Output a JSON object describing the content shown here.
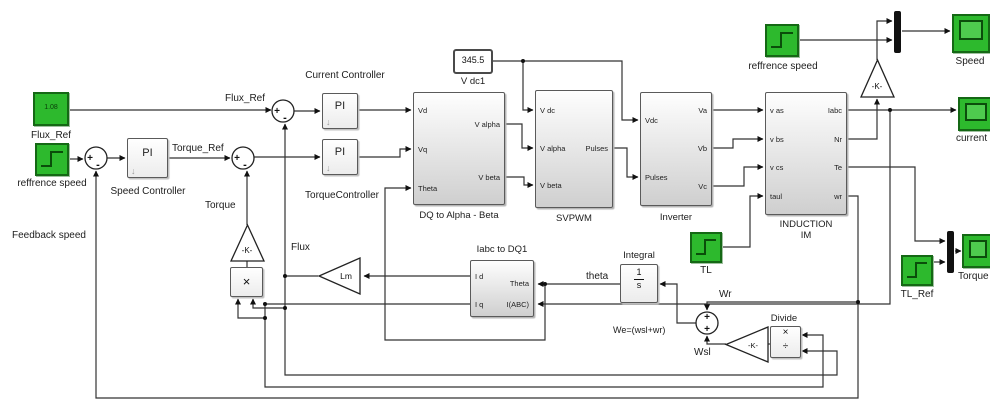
{
  "sources": {
    "flux_ref": {
      "value": "1.08",
      "label": "Flux_Ref"
    },
    "ref_speed": {
      "label": "reffrence speed"
    },
    "ref_speed_top": {
      "label": "reffrence speed"
    },
    "tl": {
      "label": "TL"
    },
    "tl_ref": {
      "label": "TL_Ref"
    }
  },
  "scopes": {
    "speed": {
      "label": "Speed"
    },
    "current": {
      "label": "current"
    },
    "torque": {
      "label": "Torque"
    }
  },
  "controllers": {
    "speed_pi": {
      "text": "PI",
      "label": "Speed Controller"
    },
    "current_pi": {
      "text": "PI",
      "label": "Current Controller"
    },
    "torque_pi": {
      "text": "PI",
      "label": "TorqueController"
    }
  },
  "blocks": {
    "dq": {
      "label": "DQ to Alpha - Beta",
      "in": [
        "Vd",
        "Vq",
        "Theta"
      ],
      "out": [
        "V alpha",
        "V beta"
      ]
    },
    "svpwm": {
      "label": "SVPWM",
      "in": [
        "V dc",
        "V alpha",
        "V beta"
      ],
      "out": [
        "Pulses"
      ]
    },
    "inverter": {
      "label": "Inverter",
      "in": [
        "Vdc",
        "Pulses"
      ],
      "out": [
        "Va",
        "Vb",
        "Vc"
      ]
    },
    "im": {
      "label1": "INDUCTION",
      "label2": "IM",
      "in": [
        "v as",
        "v bs",
        "v cs",
        "taul"
      ],
      "out": [
        "Iabc",
        "Nr",
        "Te",
        "wr"
      ]
    },
    "iabc_dq": {
      "label": "Iabc to DQ1",
      "out": [
        "I d",
        "I q"
      ],
      "in": [
        "Theta",
        "I(ABC)"
      ]
    },
    "integral": {
      "label": "Integral",
      "num": "1",
      "den": "s"
    },
    "vdc_display": {
      "value": "345.5",
      "label": "V dc1"
    },
    "divide": {
      "label": "Divide",
      "mul": "×",
      "div": "÷"
    },
    "product": {
      "symbol": "×"
    }
  },
  "gains": {
    "speed": "-K-",
    "torque": "-K-",
    "lm": "Lm",
    "slip": "-K-"
  },
  "wire_labels": {
    "flux_ref": "Flux_Ref",
    "torque_ref": "Torque_Ref",
    "torque": "Torque",
    "flux": "Flux",
    "feedback_speed": "Feedback speed",
    "theta": "theta",
    "wr": "Wr",
    "we": "We=(wsl+wr)",
    "wsl": "Wsl"
  },
  "sum_signs": {
    "plus": "+",
    "minus": "-"
  }
}
